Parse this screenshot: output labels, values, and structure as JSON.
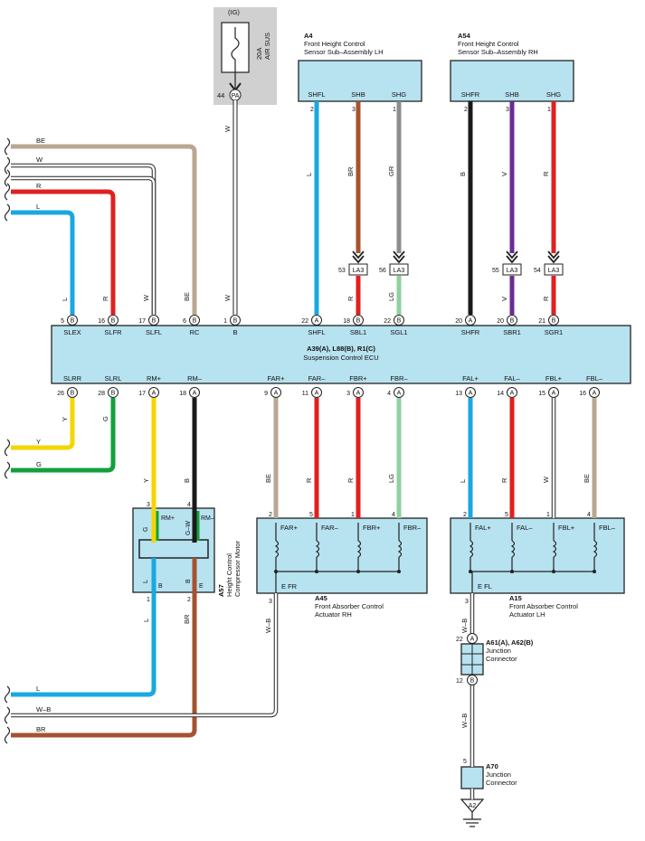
{
  "colors": {
    "BE": "#b9a792",
    "W": "#ffffff",
    "R": "#e02020",
    "L": "#19a8e0",
    "Y": "#f3d600",
    "G": "#12a03c",
    "B": "#1a1a1a",
    "BR": "#a5532f",
    "GR": "#8c8c8c",
    "V": "#6a2c91",
    "LG": "#8fd19e",
    "WB": "#ffffff",
    "fill_component": "#b7e2f0",
    "fill_fuse": "#d0d0d0"
  },
  "fuse": {
    "ig": "(IG)",
    "rating": "20A",
    "name": "AIR SUS",
    "pin": "44",
    "conn": "PA"
  },
  "ecu": {
    "ref": "A39(A), L88(B), R1(C)",
    "name": "Suspension Control ECU"
  },
  "a4": {
    "ref": "A4",
    "name1": "Front Height Control",
    "name2": "Sensor Sub–Assembly LH"
  },
  "a54": {
    "ref": "A54",
    "name1": "Front Height Control",
    "name2": "Sensor Sub–Assembly RH"
  },
  "a57": {
    "ref": "A57",
    "name1": "Height Control",
    "name2": "Compressor Motor"
  },
  "a45": {
    "ref": "A45",
    "name1": "Front Absorber Control",
    "name2": "Actuator RH",
    "ground": "E FR"
  },
  "a15": {
    "ref": "A15",
    "name1": "Front Absorber Control",
    "name2": "Actuator LH",
    "ground": "E FL"
  },
  "a61": {
    "ref": "A61(A), A62(B)",
    "name1": "Junction",
    "name2": "Connector"
  },
  "a70": {
    "ref": "A70",
    "name1": "Junction",
    "name2": "Connector"
  },
  "gnd": {
    "label": "A2"
  },
  "la3": "LA3",
  "ecu_pins_top": [
    {
      "n": "5",
      "c": "B",
      "t": "SLEX"
    },
    {
      "n": "16",
      "c": "B",
      "t": "SLFR"
    },
    {
      "n": "17",
      "c": "B",
      "t": "SLFL"
    },
    {
      "n": "6",
      "c": "B",
      "t": "RC"
    },
    {
      "n": "1",
      "c": "B",
      "t": "B"
    },
    {
      "n": "22",
      "c": "A",
      "t": "SHFL"
    },
    {
      "n": "18",
      "c": "B",
      "t": "SBL1"
    },
    {
      "n": "22",
      "c": "B",
      "t": "SGL1"
    },
    {
      "n": "20",
      "c": "A",
      "t": "SHFR"
    },
    {
      "n": "20",
      "c": "B",
      "t": "SBR1"
    },
    {
      "n": "21",
      "c": "B",
      "t": "SGR1"
    }
  ],
  "ecu_pins_bottom": [
    {
      "n": "26",
      "c": "B",
      "t": "SLRR"
    },
    {
      "n": "28",
      "c": "B",
      "t": "SLRL"
    },
    {
      "n": "17",
      "c": "A",
      "t": "RM+"
    },
    {
      "n": "18",
      "c": "A",
      "t": "RM–"
    },
    {
      "n": "9",
      "c": "A",
      "t": "FAR+"
    },
    {
      "n": "11",
      "c": "A",
      "t": "FAR–"
    },
    {
      "n": "3",
      "c": "A",
      "t": "FBR+"
    },
    {
      "n": "4",
      "c": "A",
      "t": "FBR–"
    },
    {
      "n": "13",
      "c": "A",
      "t": "FAL+"
    },
    {
      "n": "14",
      "c": "A",
      "t": "FAL–"
    },
    {
      "n": "15",
      "c": "A",
      "t": "FBL+"
    },
    {
      "n": "16",
      "c": "A",
      "t": "FBL–"
    }
  ],
  "sensor_lh": {
    "pins": [
      {
        "t": "SHFL",
        "n": "2"
      },
      {
        "t": "SHB",
        "n": "3"
      },
      {
        "t": "SHG",
        "n": "1"
      }
    ]
  },
  "sensor_rh": {
    "pins": [
      {
        "t": "SHFR",
        "n": "2"
      },
      {
        "t": "SHB",
        "n": "3"
      },
      {
        "t": "SHG",
        "n": "1"
      }
    ]
  },
  "la3_pins": [
    "53",
    "56",
    "55",
    "54"
  ],
  "sensor_wire_labels_upper": [
    "L",
    "BR",
    "GR",
    "B",
    "V",
    "R"
  ],
  "sensor_wire_labels_lower": [
    "R",
    "LG",
    "V",
    "R"
  ],
  "left_wires_top": [
    "BE",
    "W",
    "R",
    "L"
  ],
  "left_vert_labels_top": [
    "L",
    "R",
    "W",
    "BE",
    "W"
  ],
  "fuse_wire_label": "W",
  "left_wires_bottom": [
    "Y",
    "G"
  ],
  "bottom_vert_labels": [
    "Y",
    "G",
    "Y",
    "B",
    "BE",
    "R",
    "R",
    "LG",
    "L",
    "R",
    "W",
    "BE"
  ],
  "motor": {
    "pin_top_left": "3",
    "pin_top_right": "4",
    "lbl_rm_plus": "RM+",
    "lbl_rm_minus": "RM–",
    "lbl_g": "G",
    "lbl_gw": "G–W",
    "pin_bot_left": "1",
    "pin_bot_right": "2",
    "lbl_l": "L",
    "lbl_b": "B",
    "lbl_b2": "B",
    "lbl_e": "E",
    "below_left": "L",
    "below_right": "BR"
  },
  "act_rh": {
    "labels": [
      "FAR+",
      "FAR–",
      "FBR+",
      "FBR–"
    ],
    "pins": [
      "2",
      "5",
      "1",
      "4"
    ],
    "gpin": "3",
    "gwire": "W–B"
  },
  "act_lh": {
    "labels": [
      "FAL+",
      "FAL–",
      "FBL+",
      "FBL–"
    ],
    "pins": [
      "2",
      "5",
      "1",
      "4"
    ],
    "gpin": "3",
    "gwire": "W–B"
  },
  "a61_pins": {
    "top": "22",
    "top_c": "A",
    "bot": "12",
    "bot_c": "B",
    "wire_above": "W–B",
    "wire_below": "W–B"
  },
  "a70_pin": "5",
  "left_wires_lower": [
    "L",
    "W–B",
    "BR"
  ]
}
